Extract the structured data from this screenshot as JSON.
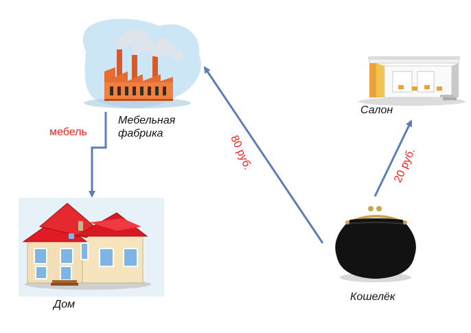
{
  "nodes": {
    "factory": {
      "label_line1": "Мебельная",
      "label_line2": "фабрика"
    },
    "salon": {
      "label": "Салон"
    },
    "house": {
      "label": "Дом"
    },
    "wallet": {
      "label": "Кошелёк"
    }
  },
  "edges": {
    "furniture": {
      "label": "мебель"
    },
    "payment_factory": {
      "label": "80 руб."
    },
    "payment_salon": {
      "label": "20 руб."
    }
  },
  "colors": {
    "arrow": "#5a7fb8",
    "edge_label": "#ff1a1a",
    "roof": "#e01b24",
    "house_wall": "#f2dfb7",
    "factory_wall": "#f07c3c",
    "wallet": "#121212",
    "salon_wall": "#e6a43a"
  }
}
